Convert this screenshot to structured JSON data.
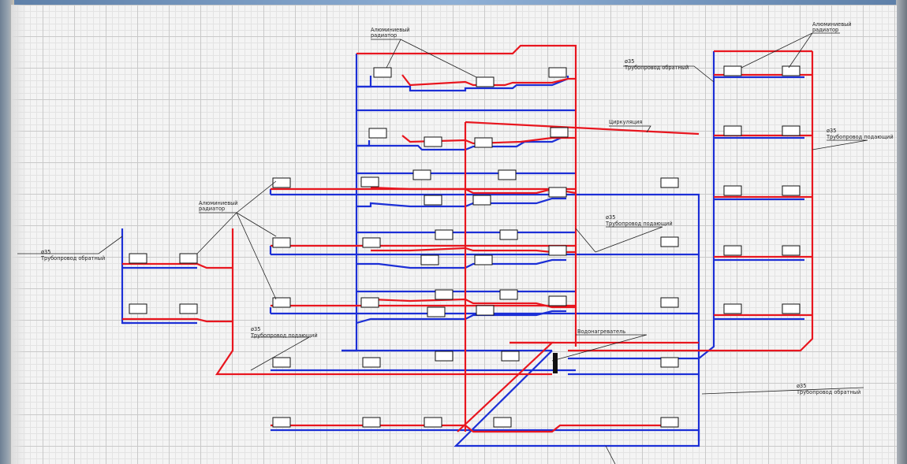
{
  "annotations": {
    "radiator_label_top": [
      "Алюминиевый",
      "радиатор"
    ],
    "radiator_label_left": [
      "Алюминиевый",
      "радиатор"
    ],
    "radiator_label_right": [
      "Алюминиевый",
      "радиатор"
    ],
    "return_top": [
      "ø35",
      "Трубопровод обратный"
    ],
    "return_left": [
      "ø35",
      "Трубопровод обратный"
    ],
    "return_bottom_right": [
      "ø35",
      "Трубопровод обратный"
    ],
    "supply_mid_left": [
      "ø35",
      "Трубопровод подающий"
    ],
    "supply_center": [
      "ø35",
      "Трубопровод подающий"
    ],
    "supply_right": [
      "ø35",
      "Трубопровод подающий"
    ],
    "circulation": "Циркуляция",
    "water_heater": "Водонагреватель"
  },
  "colors": {
    "supply": "#e8161f",
    "return": "#1c2fd6",
    "radiator_fill": "#ffffff",
    "radiator_stroke": "#111111",
    "grid_bg": "#f4f4f4"
  }
}
